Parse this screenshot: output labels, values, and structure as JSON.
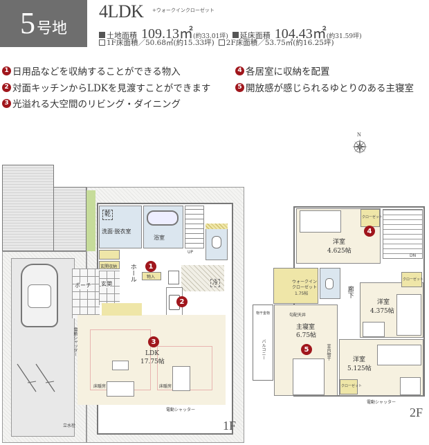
{
  "header": {
    "lot_number": "5",
    "lot_suffix": "号地",
    "layout_type": "4LDK",
    "layout_extra": "+ウォークインクローゼット",
    "land_area_label": "土地面積",
    "land_area_value": "109.13㎡",
    "land_area_tsubo": "(約33.01坪)",
    "total_floor_label": "延床面積",
    "total_floor_value": "104.43㎡",
    "total_floor_tsubo": "(約31.59坪)",
    "floor1_area": "1F床面積／50.68㎡(約15.33坪)",
    "floor2_area": "2F床面積／53.75㎡(約16.25坪)"
  },
  "features": [
    {
      "num": "1",
      "text": "日用品などを収納することができる物入"
    },
    {
      "num": "2",
      "text": "対面キッチンからLDKを見渡すことができます"
    },
    {
      "num": "3",
      "text": "光溢れる大空間のリビング・ダイニング"
    },
    {
      "num": "4",
      "text": "各居室に収納を配置"
    },
    {
      "num": "5",
      "text": "開放感が感じられるゆとりのある主寝室"
    }
  ],
  "compass": {
    "label": "N"
  },
  "floor1": {
    "label": "1F",
    "rooms": {
      "dryer": "乾",
      "washroom": "洗面·脱衣室",
      "bath": "浴室",
      "hall": "ホール",
      "entrance": "玄関",
      "porch": "ポーチ",
      "shoe_storage": "玄関収納",
      "storage": "物入",
      "fridge": "冷",
      "ldk": "LDK",
      "ldk_size": "17.75帖",
      "floor_heating_1": "床暖房",
      "floor_heating_2": "床暖房",
      "shutter": "電動シャッター",
      "shutter_side": "電動シャッター",
      "faucet": "立水栓",
      "toilet_up": "UP"
    },
    "markers": [
      "1",
      "2",
      "3"
    ]
  },
  "floor2": {
    "label": "2F",
    "rooms": {
      "room_a": "洋室",
      "room_a_size": "4.625帖",
      "room_b": "洋室",
      "room_b_size": "4.375帖",
      "room_c": "洋室",
      "room_c_size": "5.125帖",
      "master": "主寝室",
      "master_size": "6.75帖",
      "wic_1": "ウォークイン",
      "wic_2": "クローゼット",
      "wic_size": "1.75帖",
      "corridor": "廊下",
      "closet": "クローゼット",
      "closet_b": "クローゼット",
      "closet_c": "クローゼット",
      "balcony": "バルコニー",
      "hardware": "物干金物",
      "ceiling": "勾配天井",
      "laundry": "室内物干",
      "stairs_dn": "DN",
      "shutter": "電動シャッター"
    },
    "markers": [
      "4",
      "5"
    ]
  }
}
